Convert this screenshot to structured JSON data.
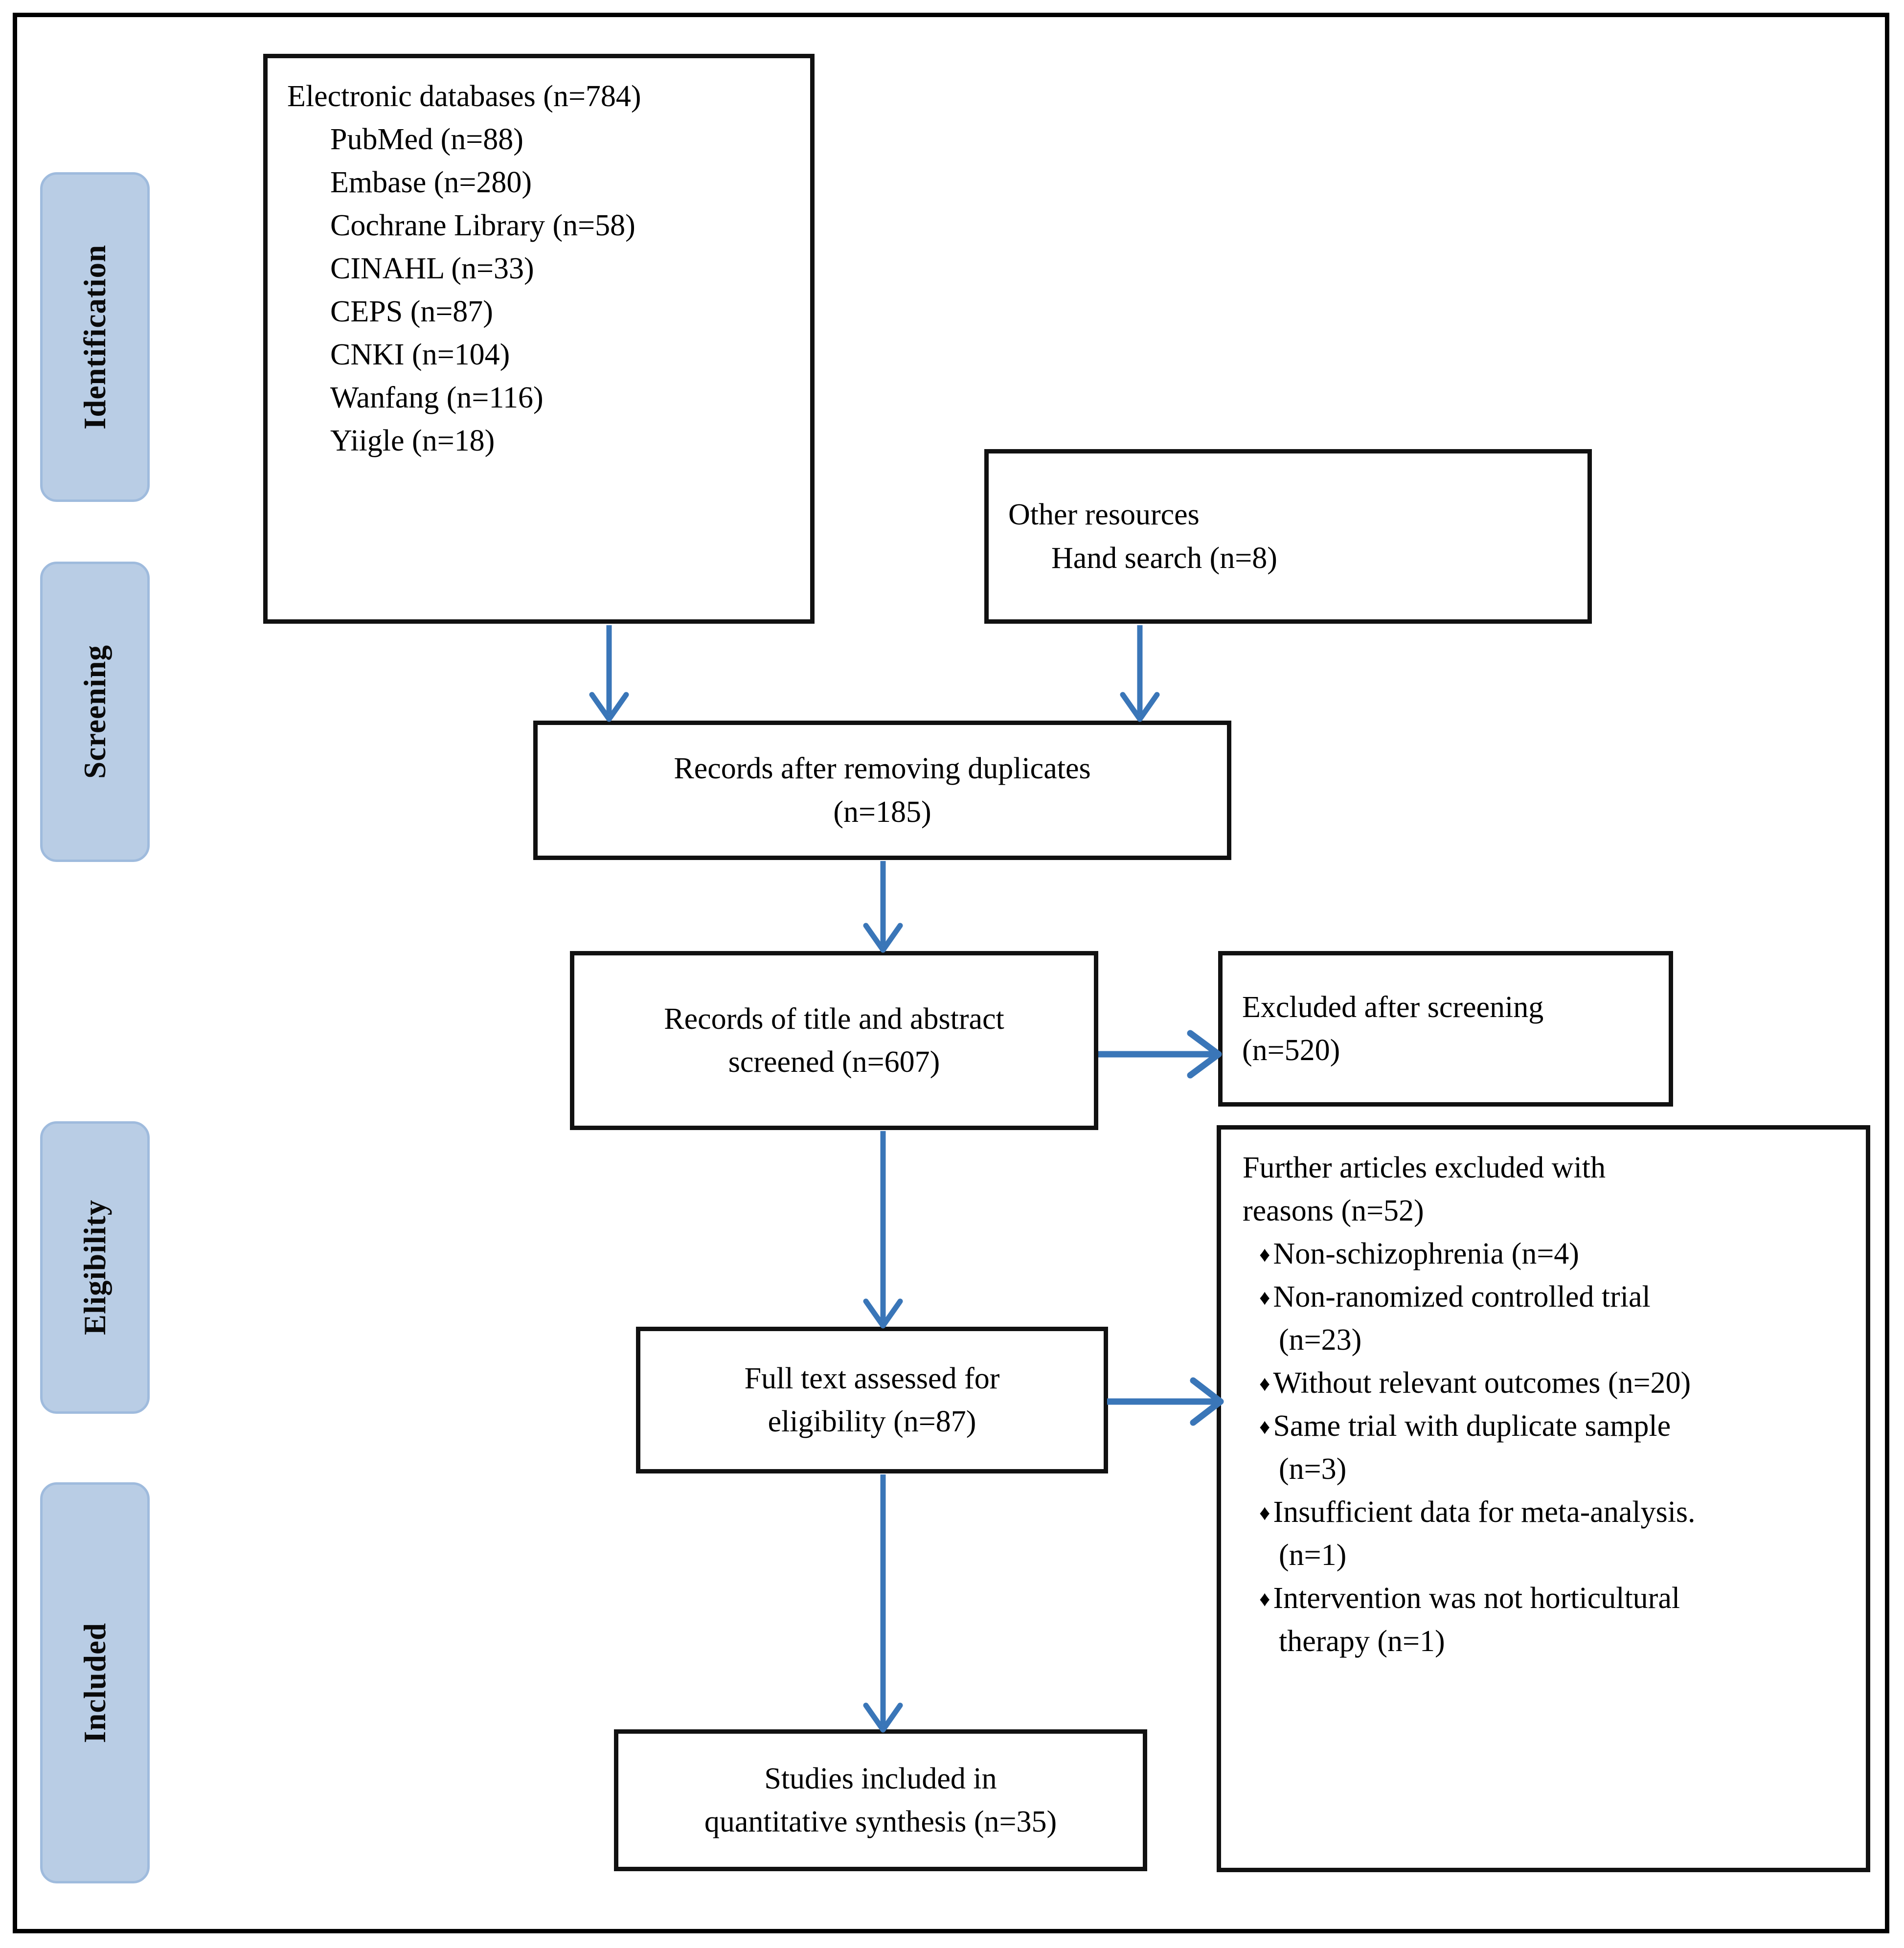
{
  "diagram": {
    "title": "PRISMA study selection flow diagram",
    "accent_color": "#3a76b8",
    "phase_fill": "#b9cde5",
    "phase_border": "#9fbbdd",
    "box_border": "#111111"
  },
  "phases": [
    {
      "label": "Identification"
    },
    {
      "label": "Screening"
    },
    {
      "label": "Eligibility"
    },
    {
      "label": "Included"
    }
  ],
  "boxes": {
    "electronic_databases": {
      "heading": "Electronic databases (n=784)",
      "items": [
        "PubMed (n=88)",
        "Embase (n=280)",
        "Cochrane Library (n=58)",
        "CINAHL (n=33)",
        "CEPS (n=87)",
        "CNKI (n=104)",
        "Wanfang (n=116)",
        "Yiigle (n=18)"
      ]
    },
    "other_resources": {
      "heading": "Other resources",
      "items": [
        "Hand search (n=8)"
      ]
    },
    "records_after_duplicates": {
      "line1": "Records after removing duplicates",
      "line2": "(n=185)"
    },
    "records_screened": {
      "line1": "Records of title and abstract",
      "line2": "screened (n=607)"
    },
    "excluded_after_screening": {
      "line1": "Excluded after screening",
      "line2": "(n=520)"
    },
    "full_text_assessed": {
      "line1": "Full text assessed for",
      "line2": "eligibility (n=87)"
    },
    "further_excluded": {
      "line1": "Further articles excluded with",
      "line2": "reasons (n=52)",
      "bullet_char": "♦",
      "reasons": [
        "Non-schizophrenia (n=4)",
        "Non-ranomized controlled trial (n=23)",
        "Without relevant outcomes (n=20)",
        "Same trial with duplicate sample (n=3)",
        "Insufficient data for meta-analysis. (n=1)",
        "Intervention was not horticultural therapy (n=1)"
      ],
      "reasons_wrapped": [
        {
          "first": "Non-schizophrenia (n=4)",
          "cont": ""
        },
        {
          "first": "Non-ranomized controlled trial",
          "cont": "(n=23)"
        },
        {
          "first": "Without relevant outcomes (n=20)",
          "cont": ""
        },
        {
          "first": "Same trial with duplicate sample",
          "cont": "(n=3)"
        },
        {
          "first": "Insufficient data for meta-analysis.",
          "cont": "(n=1)"
        },
        {
          "first": "Intervention was not horticultural",
          "cont": "therapy (n=1)"
        }
      ]
    },
    "studies_included": {
      "line1": "Studies included in",
      "line2": "quantitative synthesis (n=35)"
    }
  },
  "arrows": [
    {
      "name": "databases-to-duplicates",
      "direction": "down"
    },
    {
      "name": "other-resources-to-duplicates",
      "direction": "down"
    },
    {
      "name": "duplicates-to-screened",
      "direction": "down"
    },
    {
      "name": "screened-to-excluded",
      "direction": "right"
    },
    {
      "name": "screened-to-fulltext",
      "direction": "down"
    },
    {
      "name": "fulltext-to-further-excluded",
      "direction": "right"
    },
    {
      "name": "fulltext-to-included",
      "direction": "down"
    }
  ]
}
